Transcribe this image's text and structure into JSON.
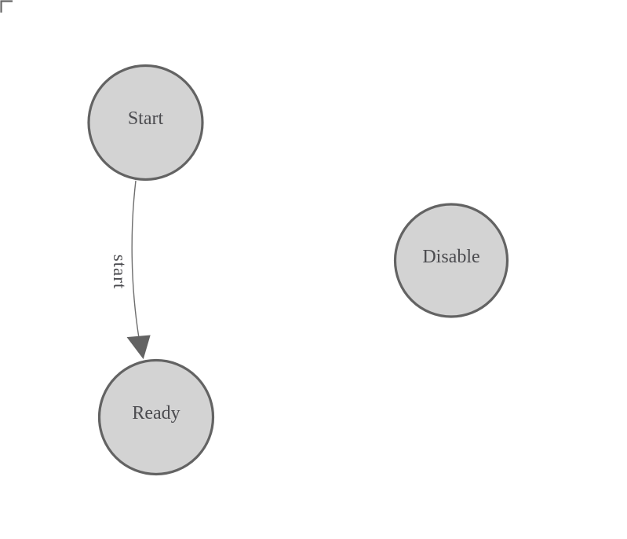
{
  "canvas": {
    "background": "#ffffff",
    "corner_mark": "top-left-bracket"
  },
  "diagram": {
    "nodes": [
      {
        "label": "Start"
      },
      {
        "label": "Ready"
      },
      {
        "label": "Disable"
      }
    ],
    "edges": [
      {
        "label": "start",
        "from": "Start",
        "to": "Ready",
        "direction": "downward-arrow"
      }
    ],
    "colors": {
      "node_fill": "#d3d3d3",
      "node_stroke": "#636363",
      "label_text": "#4b4b4f",
      "edge_line": "#6e6e6e",
      "arrowhead_fill": "#636363",
      "corner_mark": "#666666"
    }
  }
}
